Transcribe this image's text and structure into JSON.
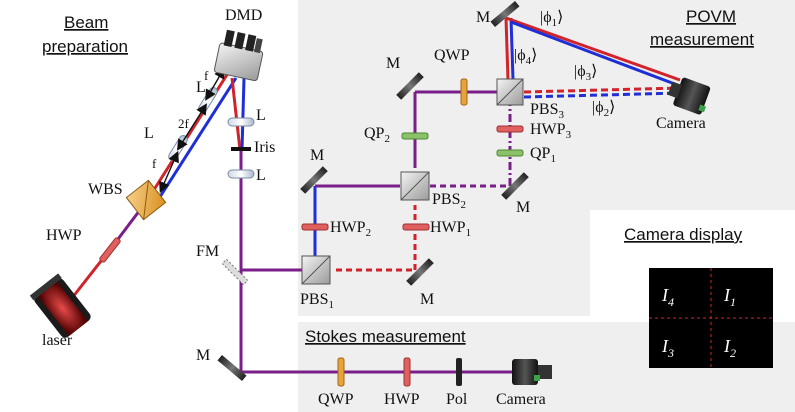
{
  "sections": {
    "beam_preparation": [
      "Beam",
      "preparation"
    ],
    "povm_measurement": [
      "POVM",
      "measurement"
    ],
    "stokes_measurement": "Stokes measurement",
    "camera_display": "Camera display"
  },
  "labels": {
    "dmd": "DMD",
    "lens": "L",
    "iris": "Iris",
    "focal_f": "f",
    "focal_2f": "2f",
    "wbs": "WBS",
    "hwp": "HWP",
    "laser": "laser",
    "fm": "FM",
    "mirror": "M",
    "qwp": "QWP",
    "pol": "Pol",
    "camera": "Camera",
    "pbs1": "PBS",
    "pbs1_sub": "1",
    "pbs2": "PBS",
    "pbs2_sub": "2",
    "pbs3": "PBS",
    "pbs3_sub": "3",
    "hwp1": "HWP",
    "hwp1_sub": "1",
    "hwp2": "HWP",
    "hwp2_sub": "2",
    "hwp3": "HWP",
    "hwp3_sub": "3",
    "qp1": "QP",
    "qp1_sub": "1",
    "qp2": "QP",
    "qp2_sub": "2",
    "phi1": "|ϕ",
    "phi1_sub": "1",
    "phi2": "|ϕ",
    "phi2_sub": "2",
    "phi3": "|ϕ",
    "phi3_sub": "3",
    "phi4": "|ϕ",
    "phi4_sub": "4",
    "ket_close": "⟩"
  },
  "camera_display": {
    "quadrants": [
      {
        "name": "I",
        "sub": "4"
      },
      {
        "name": "I",
        "sub": "1"
      },
      {
        "name": "I",
        "sub": "3"
      },
      {
        "name": "I",
        "sub": "2"
      }
    ]
  },
  "colors": {
    "purple": "#7a1e8a",
    "red": "#d2232a",
    "blue": "#1f2fd6",
    "panel": "#efefef",
    "hwp_red": "#e06060",
    "qwp_orange": "#e7a23b",
    "qp_green": "#8cc06a"
  }
}
